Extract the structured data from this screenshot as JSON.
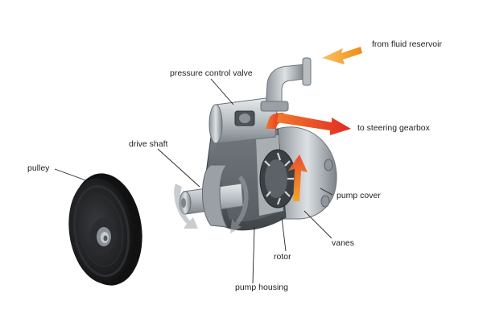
{
  "labels": {
    "fluid_reservoir": "from fluid reservoir",
    "pressure_control_valve": "pressure control valve",
    "steering_gearbox": "to steering gearbox",
    "drive_shaft": "drive shaft",
    "pulley": "pulley",
    "pump_cover": "pump cover",
    "vanes": "vanes",
    "rotor": "rotor",
    "pump_housing": "pump housing"
  },
  "colors": {
    "flow_orange": "#f39a1e",
    "flow_red": "#e8382a",
    "metal_light": "#c9cdd1",
    "metal_dark": "#5f656b",
    "pulley_black": "#1c1c1e"
  }
}
